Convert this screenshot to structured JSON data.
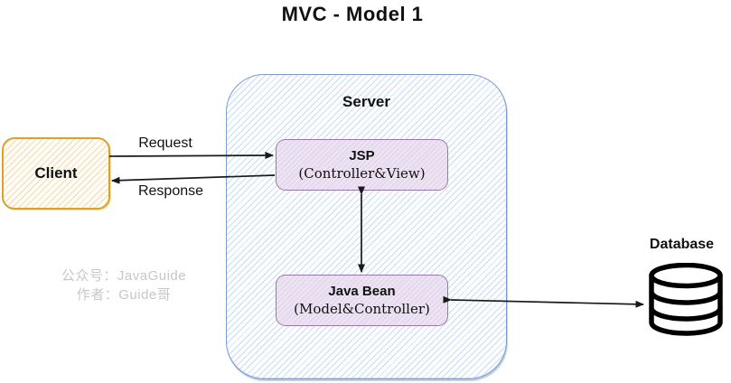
{
  "title": "MVC  - Model 1",
  "client": {
    "label": "Client"
  },
  "server": {
    "label": "Server"
  },
  "jsp": {
    "name": "JSP",
    "subtitle": "(Controller&View)"
  },
  "java_bean": {
    "name": "Java Bean",
    "subtitle": "(Model&Controller)"
  },
  "database": {
    "label": "Database"
  },
  "arrows": {
    "request_label": "Request",
    "response_label": "Response",
    "request": "Client to JSP",
    "response": "JSP to Client",
    "jsp_javabean": "bidirectional",
    "javabean_database": "bidirectional"
  },
  "watermark": {
    "line1": "公众号：JavaGuide",
    "line2": "作者：Guide哥"
  },
  "colors": {
    "client_border": "#D9A32A",
    "server_border": "#7D9CCE",
    "box_border": "#9878AC",
    "box_fill": "#E6DAEE",
    "arrow": "#1A1A1A",
    "watermark": "#C7C7C7"
  }
}
